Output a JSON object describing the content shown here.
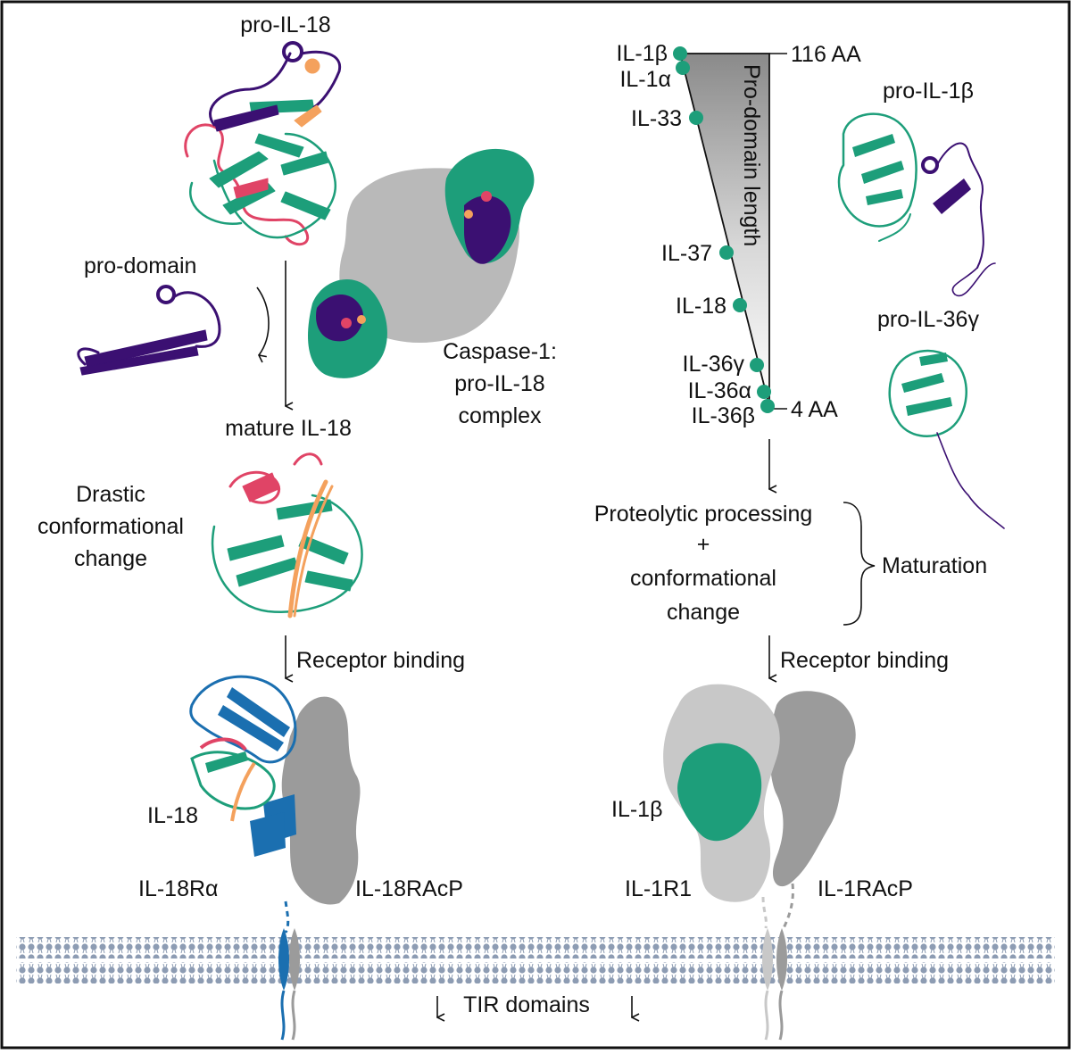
{
  "colors": {
    "teal": "#1d9e7a",
    "purple": "#3b1072",
    "red": "#e04466",
    "orange": "#f4a15d",
    "blue": "#1b6fb0",
    "gray": "#b9b9b9",
    "darkgray": "#9b9b9b",
    "membrane": "#8d9cb3"
  },
  "labels": {
    "pro_il18": "pro-IL-18",
    "pro_domain": "pro-domain",
    "mature_il18": "mature IL-18",
    "drastic": [
      "Drastic",
      "conformational",
      "change"
    ],
    "caspase": [
      "Caspase-1:",
      "pro-IL-18",
      "complex"
    ],
    "receptor_binding_left": "Receptor binding",
    "receptor_binding_right": "Receptor binding",
    "il18": "IL-18",
    "il18ra": "IL-18Rα",
    "il18racp": "IL-18RAcP",
    "il1b_complex": "IL-1β",
    "il1r1": "IL-1R1",
    "il1racp": "IL-1RAcP",
    "tir": "TIR domains",
    "pro_il1b": "pro-IL-1β",
    "pro_il36g": "pro-IL-36γ",
    "processing": [
      "Proteolytic processing",
      "+",
      "conformational",
      "change"
    ],
    "maturation": "Maturation",
    "prodomain_length": "Pro-domain length",
    "aa_top": "116 AA",
    "aa_bottom": "4 AA"
  },
  "cytokine_list": [
    {
      "name": "IL-1β"
    },
    {
      "name": "IL-1α"
    },
    {
      "name": "IL-33"
    },
    {
      "name": "IL-37"
    },
    {
      "name": "IL-18"
    },
    {
      "name": "IL-36γ"
    },
    {
      "name": "IL-36α"
    },
    {
      "name": "IL-36β"
    }
  ]
}
